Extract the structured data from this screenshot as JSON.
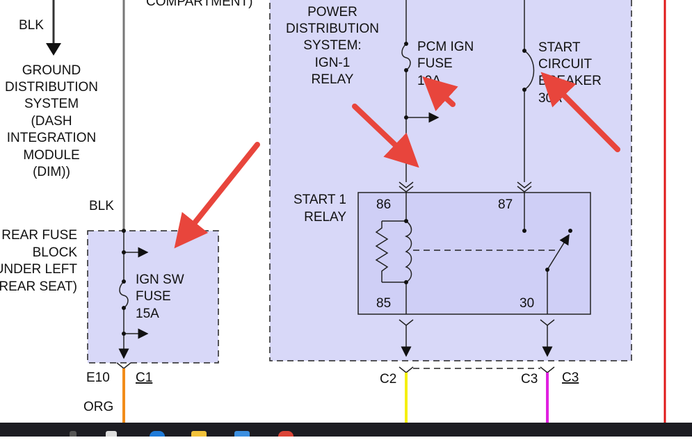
{
  "labels": {
    "compartment": "COMPARTMENT)",
    "blk_top": "BLK",
    "ground_system": [
      "GROUND",
      "DISTRIBUTION",
      "SYSTEM",
      "(DASH",
      "INTEGRATION",
      "MODULE",
      "(DIM))"
    ],
    "pds": [
      "POWER",
      "DISTRIBUTION",
      "SYSTEM:",
      "IGN-1",
      "RELAY"
    ],
    "pcm_fuse": [
      "PCM IGN",
      "FUSE",
      "10A"
    ],
    "start_breaker": [
      "START",
      "CIRCUIT",
      "BREAKER",
      "30A"
    ],
    "blk_mid": "BLK",
    "rear_fuse_block": [
      "REAR FUSE",
      "BLOCK",
      "UNDER LEFT",
      "REAR SEAT)"
    ],
    "ign_sw_fuse": [
      "IGN SW",
      "FUSE",
      "15A"
    ],
    "start_relay": [
      "START 1",
      "RELAY"
    ],
    "pin_86": "86",
    "pin_87": "87",
    "pin_85": "85",
    "pin_30": "30",
    "e10": "E10",
    "c1": "C1",
    "org": "ORG",
    "c2": "C2",
    "c3_left": "C3",
    "c3_right": "C3"
  },
  "colors": {
    "module_fill": "#d8d8f8",
    "relay_fill": "#cfcff6",
    "wire": "#222222",
    "wire_org": "#f28c1a",
    "wire_yel": "#f5f010",
    "wire_pink": "#e020e0",
    "wire_red": "#e01818",
    "arrow_red": "#e8453c",
    "taskbar": "#1c1c22"
  },
  "taskbar_icons": [
    "search-icon",
    "task-view-icon",
    "edge-icon",
    "file-explorer-icon",
    "store-icon",
    "chrome-icon"
  ]
}
